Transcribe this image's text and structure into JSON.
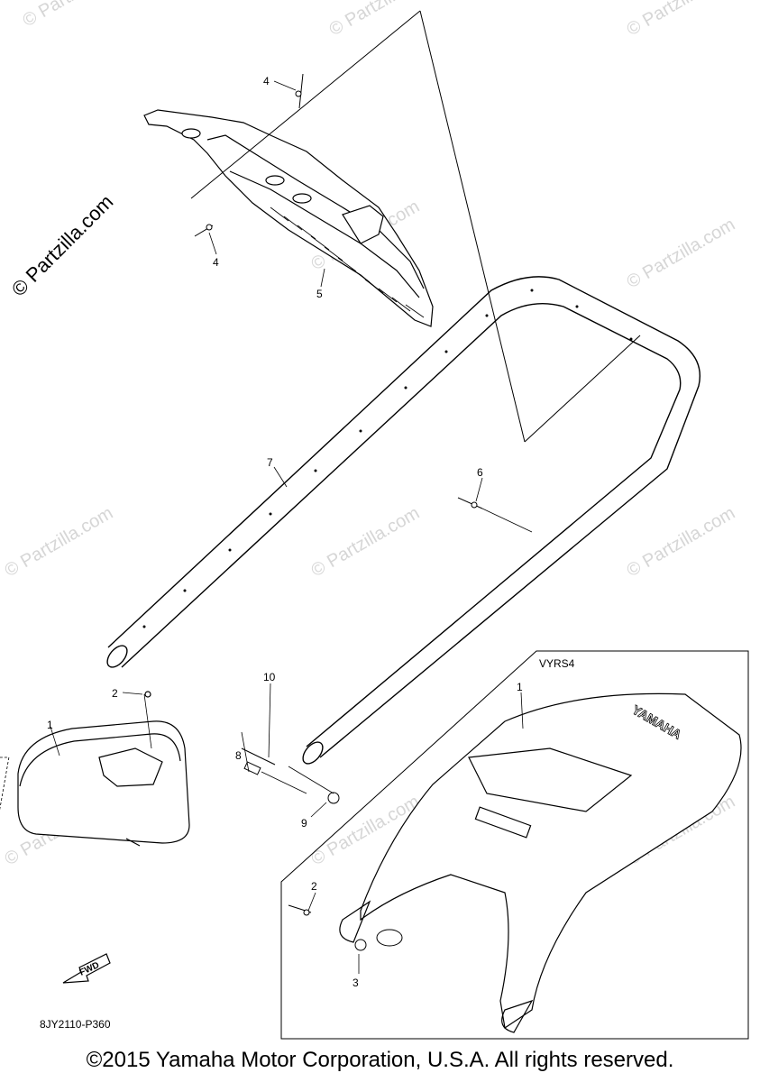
{
  "watermark": "© Partzilla.com",
  "callouts": {
    "p4a": "4",
    "p4b": "4",
    "p5": "5",
    "p7": "7",
    "p6": "6",
    "p10": "10",
    "p8": "8",
    "p9": "9",
    "p2_left": "2",
    "p1_left": "1",
    "p1_inset": "1",
    "p2_inset": "2",
    "p3": "3"
  },
  "inset_label": "VYRS4",
  "fwd_label": "FWD",
  "diagram_code": "8JY2110-P360",
  "copyright": "©2015 Yamaha Motor Corporation, U.S.A. All rights reserved.",
  "seal_text": "YAMAHA"
}
